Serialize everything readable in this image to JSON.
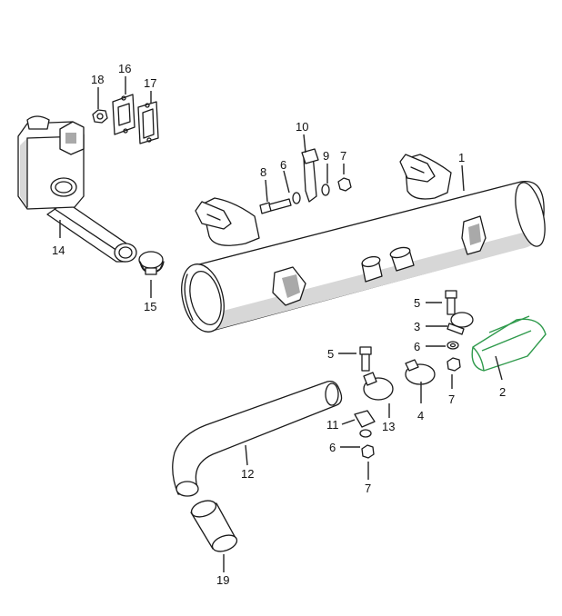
{
  "diagram": {
    "highlight_color": "#2f9a4c",
    "line_color": "#1a1a1a",
    "callouts": {
      "c1": "1",
      "c2": "2",
      "c3": "3",
      "c4": "4",
      "c5a": "5",
      "c5b": "5",
      "c6a": "6",
      "c6b": "6",
      "c6c": "6",
      "c7a": "7",
      "c7b": "7",
      "c7c": "7",
      "c8": "8",
      "c9": "9",
      "c10": "10",
      "c11": "11",
      "c12": "12",
      "c13": "13",
      "c14": "14",
      "c15": "15",
      "c16": "16",
      "c17": "17",
      "c19": "19",
      "c18": "18"
    }
  }
}
